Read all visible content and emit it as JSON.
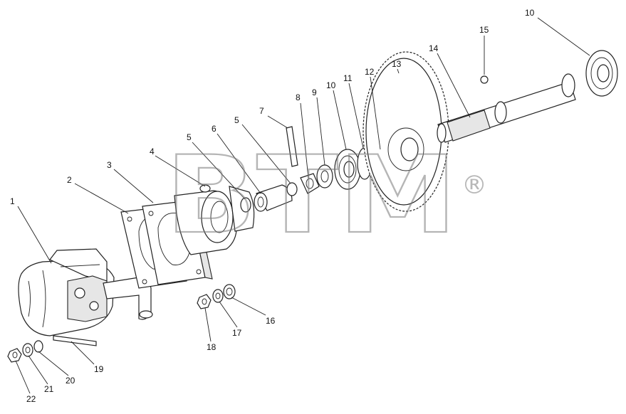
{
  "watermark": {
    "text": "BTM",
    "registered_mark": "®"
  },
  "callouts": [
    "1",
    "2",
    "3",
    "4",
    "5",
    "5",
    "6",
    "7",
    "8",
    "9",
    "10",
    "10",
    "11",
    "12",
    "13",
    "14",
    "15",
    "16",
    "17",
    "18",
    "19",
    "20",
    "21",
    "22"
  ]
}
